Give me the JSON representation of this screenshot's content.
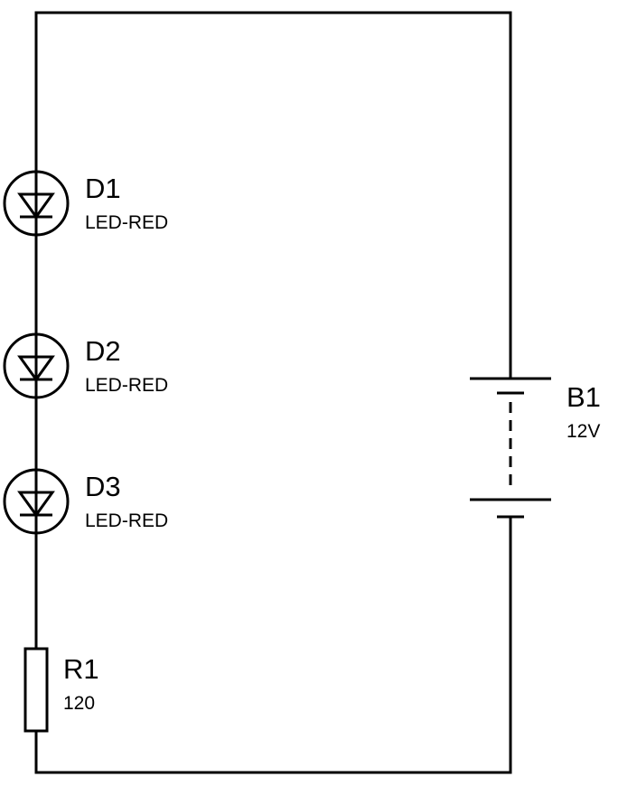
{
  "colors": {
    "background": "#ffffff",
    "ink": "#000000"
  },
  "components": {
    "d1": {
      "ref": "D1",
      "value": "LED-RED"
    },
    "d2": {
      "ref": "D2",
      "value": "LED-RED"
    },
    "d3": {
      "ref": "D3",
      "value": "LED-RED"
    },
    "r1": {
      "ref": "R1",
      "value": "120"
    },
    "b1": {
      "ref": "B1",
      "value": "12V"
    }
  }
}
